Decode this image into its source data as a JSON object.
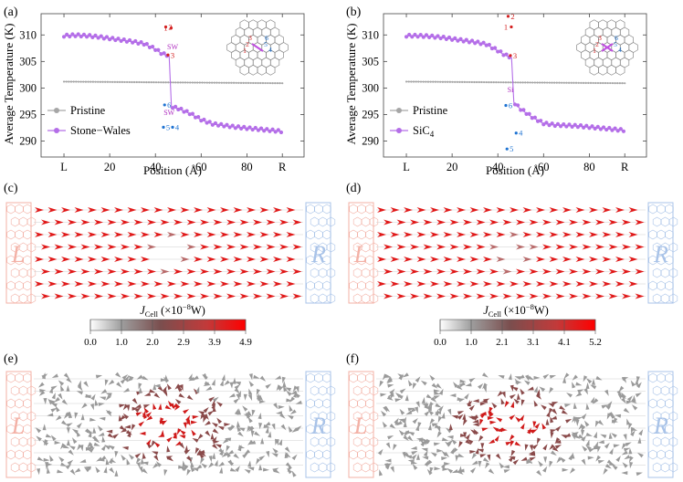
{
  "panels": [
    {
      "id": "a",
      "label": "(a)"
    },
    {
      "id": "b",
      "label": "(b)"
    },
    {
      "id": "c",
      "label": "(c)"
    },
    {
      "id": "d",
      "label": "(d)"
    },
    {
      "id": "e",
      "label": "(e)"
    },
    {
      "id": "f",
      "label": "(f)"
    }
  ],
  "chart_data": [
    {
      "panel": "(a)",
      "type": "line",
      "ylabel": "Average Temperature (K)",
      "xlabel": "Position (Å)",
      "xticks": [
        "L",
        "20",
        "40",
        "60",
        "80",
        "R"
      ],
      "yticks": [
        "290",
        "295",
        "300",
        "305",
        "310"
      ],
      "xlim": [
        -10,
        105
      ],
      "ylim": [
        287,
        314
      ],
      "xtick_values": [
        0,
        20,
        40,
        60,
        80,
        95.5
      ],
      "ytick_values": [
        290,
        295,
        300,
        305,
        310
      ],
      "legend": [
        "Pristine",
        "Stone−Wales"
      ],
      "series": [
        {
          "name": "Pristine",
          "color": "#a6a6a6",
          "x": [
            0,
            95.5
          ],
          "y": [
            301.2,
            300.9
          ]
        },
        {
          "name": "Stone−Wales",
          "color": "#b46ee8",
          "x": [
            0,
            5,
            10,
            15,
            20,
            25,
            30,
            35,
            40,
            43,
            45,
            46,
            47,
            48,
            50,
            55,
            60,
            65,
            70,
            75,
            80,
            85,
            90,
            95
          ],
          "y": [
            309.8,
            309.9,
            309.8,
            309.6,
            309.3,
            309.0,
            308.7,
            308.3,
            307.3,
            306.4,
            306.2,
            306.0,
            296.5,
            296.3,
            296.1,
            295.2,
            294.0,
            293.2,
            292.9,
            292.6,
            292.4,
            292.2,
            292.0,
            291.8
          ]
        }
      ],
      "annotations": [
        {
          "text": "1",
          "x": 44.5,
          "y": 310.8,
          "color": "#d42020"
        },
        {
          "text": "2",
          "x": 46.5,
          "y": 311.0,
          "color": "#d42020"
        },
        {
          "text": "SW",
          "x": 47.5,
          "y": 307.3,
          "color": "#b030c0"
        },
        {
          "text": "3",
          "x": 47.5,
          "y": 305.7,
          "color": "#d42020"
        },
        {
          "text": "6",
          "x": 46.0,
          "y": 296.3,
          "color": "#1e73d2"
        },
        {
          "text": "SW",
          "x": 46.0,
          "y": 294.9,
          "color": "#b030c0"
        },
        {
          "text": "5",
          "x": 45.5,
          "y": 292.1,
          "color": "#1e73d2"
        },
        {
          "text": "4",
          "x": 49.5,
          "y": 292.1,
          "color": "#1e73d2"
        }
      ]
    },
    {
      "panel": "(b)",
      "type": "line",
      "ylabel": "Average Temperature (K)",
      "xlabel": "Position (Å)",
      "xticks": [
        "L",
        "20",
        "40",
        "60",
        "80",
        "R"
      ],
      "yticks": [
        "290",
        "295",
        "300",
        "305",
        "310"
      ],
      "xlim": [
        -10,
        105
      ],
      "ylim": [
        287,
        314
      ],
      "xtick_values": [
        0,
        20,
        40,
        60,
        80,
        95.5
      ],
      "ytick_values": [
        290,
        295,
        300,
        305,
        310
      ],
      "legend": [
        "Pristine",
        "SiC4"
      ],
      "series": [
        {
          "name": "Pristine",
          "color": "#a6a6a6",
          "x": [
            0,
            95.5
          ],
          "y": [
            301.2,
            300.9
          ]
        },
        {
          "name": "SiC4",
          "color": "#b46ee8",
          "x": [
            0,
            5,
            10,
            15,
            20,
            25,
            30,
            35,
            40,
            43,
            45,
            46,
            47,
            48,
            50,
            55,
            60,
            65,
            70,
            75,
            80,
            85,
            90,
            95
          ],
          "y": [
            309.8,
            309.8,
            309.7,
            309.5,
            309.2,
            308.9,
            308.6,
            308.2,
            307.0,
            306.2,
            305.9,
            305.7,
            297.3,
            296.8,
            296.0,
            294.5,
            293.3,
            293.0,
            292.9,
            292.8,
            292.6,
            292.4,
            292.2,
            292.0
          ]
        }
      ],
      "annotations": [
        {
          "text": "1",
          "x": 43.5,
          "y": 311.0,
          "color": "#d42020"
        },
        {
          "text": "2",
          "x": 46.5,
          "y": 313.0,
          "color": "#d42020"
        },
        {
          "text": "3",
          "x": 47.5,
          "y": 305.6,
          "color": "#d42020"
        },
        {
          "text": "Si",
          "x": 45.5,
          "y": 299.2,
          "color": "#b030c0"
        },
        {
          "text": "6",
          "x": 45.5,
          "y": 296.2,
          "color": "#1e73d2"
        },
        {
          "text": "4",
          "x": 50.0,
          "y": 291.0,
          "color": "#1e73d2"
        },
        {
          "text": "5",
          "x": 46.0,
          "y": 288.0,
          "color": "#1e73d2"
        }
      ]
    }
  ],
  "legend_text": {
    "pristine": "Pristine",
    "stone_wales": "Stone−Wales",
    "sic4_main": "SiC",
    "sic4_sub": "4"
  },
  "colorbars": [
    {
      "panel": "(c)",
      "label_main": "J",
      "label_sub": "Cell",
      "label_unit": " (×10",
      "label_exp": "−8",
      "label_end": "W)",
      "ticks": [
        "0.0",
        "1.0",
        "2.0",
        "2.9",
        "3.9",
        "4.9"
      ]
    },
    {
      "panel": "(d)",
      "label_main": "J",
      "label_sub": "Cell",
      "label_unit": " (×10",
      "label_exp": "−8",
      "label_end": "W)",
      "ticks": [
        "0.0",
        "1.0",
        "2.1",
        "3.1",
        "4.1",
        "5.2"
      ]
    }
  ],
  "lead_labels": {
    "left": "L",
    "right": "R"
  },
  "colors": {
    "purple": "#b46ee8",
    "grey": "#a6a6a6",
    "arrow_red": "#e01818",
    "lead_left": "#f3b1a6",
    "lead_right": "#a9c3e8"
  }
}
